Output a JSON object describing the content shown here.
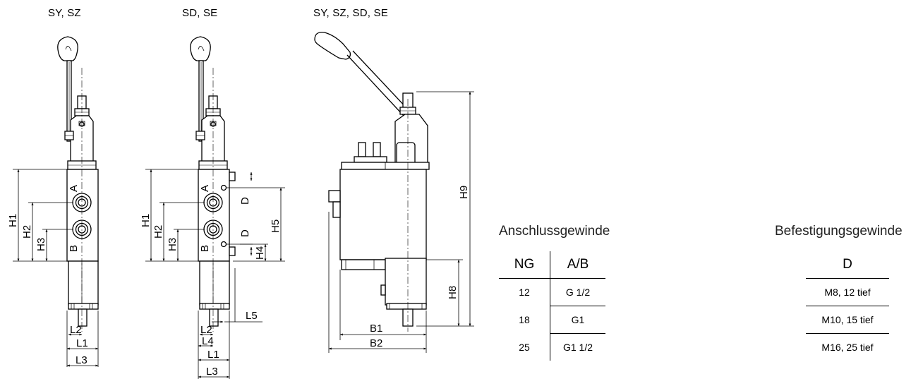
{
  "views": {
    "view1_caption": "SY, SZ",
    "view2_caption": "SD, SE",
    "view3_caption": "SY, SZ, SD, SE"
  },
  "port_labels": {
    "a": "A",
    "b": "B",
    "d": "D"
  },
  "dimension_labels": {
    "H1": "H1",
    "H2": "H2",
    "H3": "H3",
    "H4": "H4",
    "H5": "H5",
    "H8": "H8",
    "H9": "H9",
    "L1": "L1",
    "L2": "L2",
    "L3": "L3",
    "L4": "L4",
    "L5": "L5",
    "B1": "B1",
    "B2": "B2"
  },
  "thread_table": {
    "title": "Anschlussgewinde",
    "headers": [
      "NG",
      "A/B"
    ],
    "rows": [
      {
        "ng": "12",
        "ab": "G 1/2"
      },
      {
        "ng": "18",
        "ab": "G1"
      },
      {
        "ng": "25",
        "ab": "G1 1/2"
      }
    ]
  },
  "mounting_table": {
    "title": "Befestigungsgewinde",
    "header": "D",
    "rows": [
      "M8, 12 tief",
      "M10, 15 tief",
      "M16, 25 tief"
    ]
  }
}
